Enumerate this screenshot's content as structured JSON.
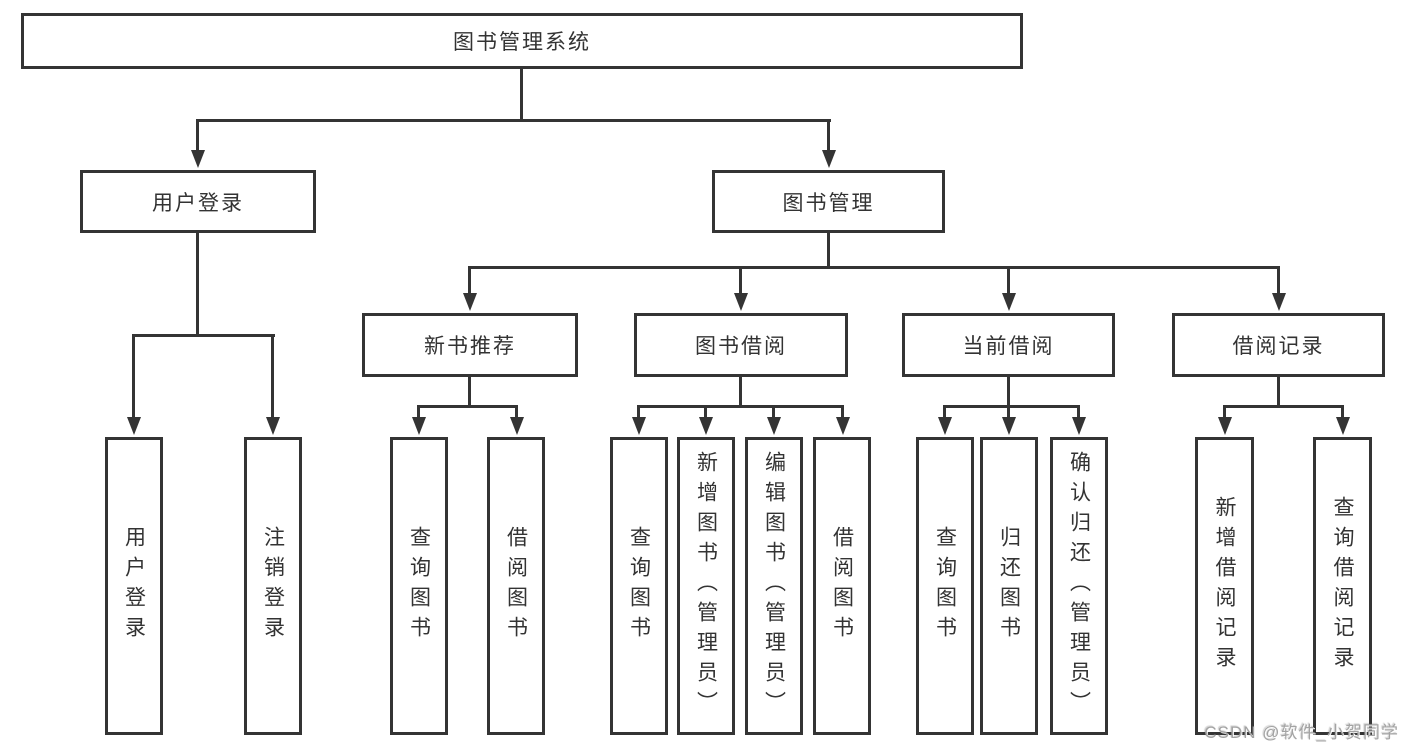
{
  "diagram": {
    "title": "图书管理系统",
    "root": {
      "label": "图书管理系统"
    },
    "level2": {
      "user_login": {
        "label": "用户登录"
      },
      "book_management": {
        "label": "图书管理"
      }
    },
    "level3": {
      "new_book": {
        "label": "新书推荐"
      },
      "book_borrow": {
        "label": "图书借阅"
      },
      "current_borrow": {
        "label": "当前借阅"
      },
      "borrow_records": {
        "label": "借阅记录"
      }
    },
    "leaves": {
      "user_login": [
        "用户登录",
        "注销登录"
      ],
      "new_book": [
        "查询图书",
        "借阅图书"
      ],
      "book_borrow": [
        "查询图书",
        "新增图书（管理员）",
        "编辑图书（管理员）",
        "借阅图书"
      ],
      "current_borrow": [
        "查询图书",
        "归还图书",
        "确认归还（管理员）"
      ],
      "borrow_records": [
        "新增借阅记录",
        "查询借阅记录"
      ]
    },
    "watermark": "CSDN @软件_小贺同学",
    "colors": {
      "line": "#343434",
      "text": "#333333",
      "background": "#ffffff",
      "watermark": "#a3a3a3"
    }
  }
}
